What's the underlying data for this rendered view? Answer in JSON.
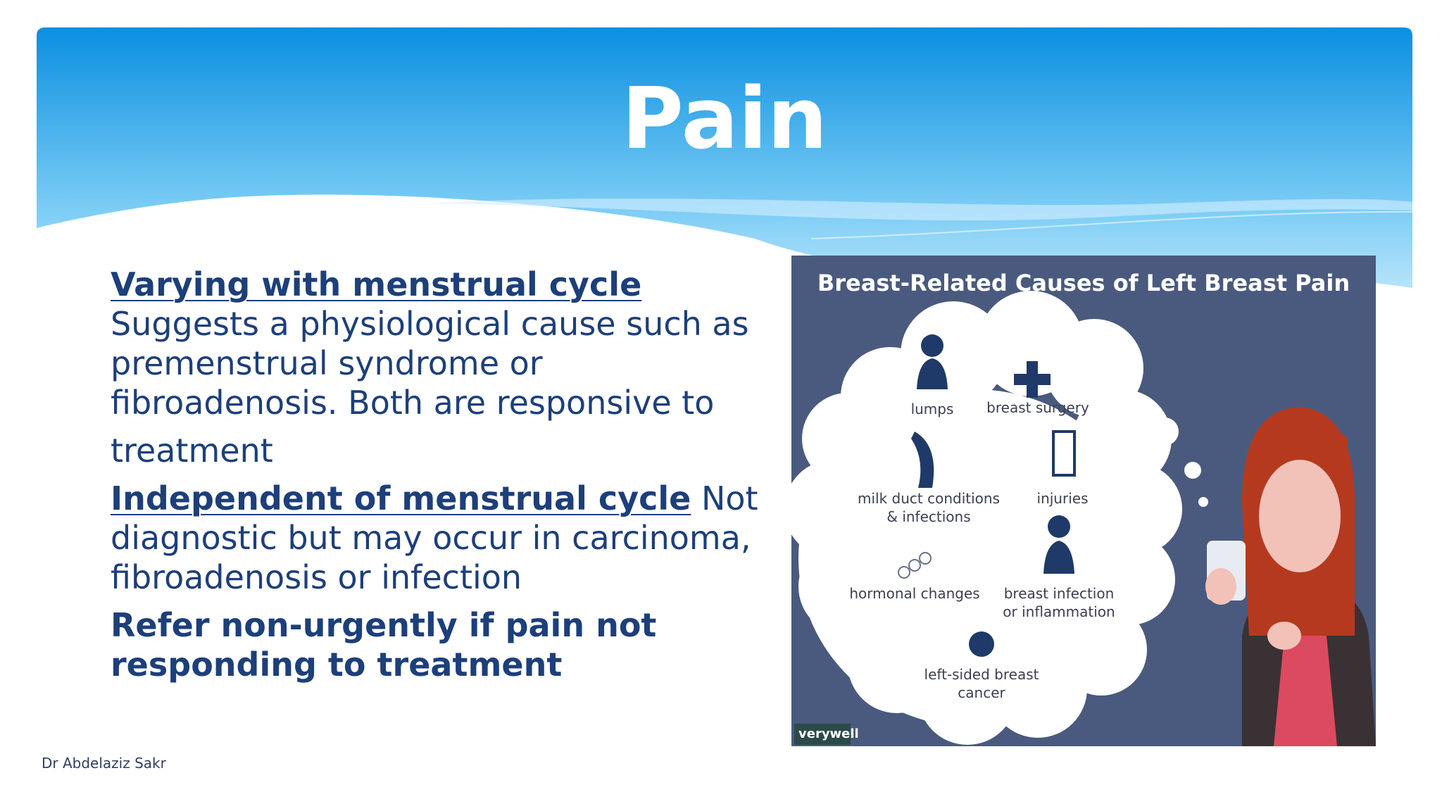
{
  "slide": {
    "title": "Pain",
    "points": [
      {
        "lead": "Varying with menstrual cycle",
        "text": " Suggests a physiological cause such as premenstrual syndrome or fibroadenosis. Both are responsive to"
      },
      {
        "text": "treatment"
      },
      {
        "lead": "Independent of menstrual cycle",
        "text": " Not diagnostic but may occur in carcinoma, fibroadenosis or infection"
      },
      {
        "bold_text": "Refer non-urgently if pain not responding to treatment"
      }
    ],
    "footer": "Dr Abdelaziz Sakr"
  },
  "infographic": {
    "title": "Breast-Related Causes of Left Breast Pain",
    "labels": {
      "lumps": "lumps",
      "surgery": "breast surgery",
      "milk_duct_1": "milk duct conditions",
      "milk_duct_2": "& infections",
      "injuries": "injuries",
      "hormonal": "hormonal changes",
      "infection_1": "breast infection",
      "infection_2": "or inflammation",
      "cancer_1": "left-sided breast",
      "cancer_2": "cancer"
    },
    "brand": "verywell",
    "colors": {
      "background": "#4a5a7e",
      "cloud": "#ffffff",
      "icon": "#1f3a68",
      "hair": "#b5391f",
      "shirt": "#dc4a60"
    }
  },
  "theme": {
    "header_top": "#0a8fe0",
    "header_bottom": "#9fd8f7",
    "text": "#1d3f7a"
  }
}
